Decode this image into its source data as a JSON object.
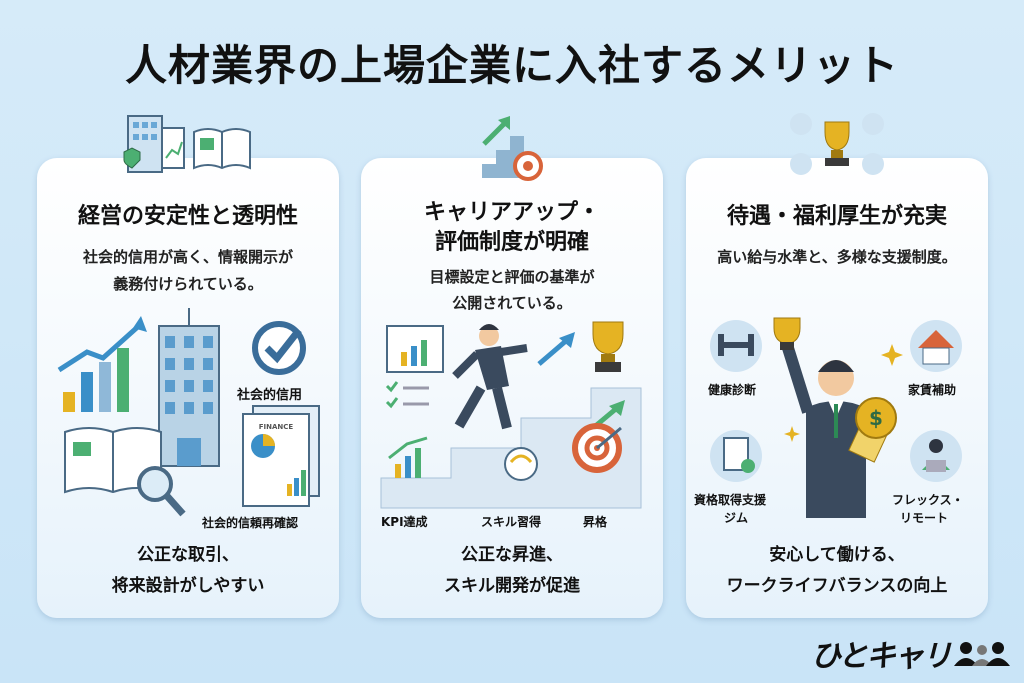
{
  "title": "人材業界の上場企業に入社するメリット",
  "cards": [
    {
      "heading": "経営の安定性と透明性",
      "subtitle": [
        "社会的信用が高く、情報開示が",
        "義務付けられている。"
      ],
      "labels": [
        "社会的信用",
        "FINANCE",
        "社会的信頼再確認"
      ],
      "footer": [
        "公正な取引、",
        "将来設計がしやすい"
      ]
    },
    {
      "heading": [
        "キャリアアップ・",
        "評価制度が明確"
      ],
      "subtitle": [
        "目標設定と評価の基準が",
        "公開されている。"
      ],
      "labels": [
        "KPI達成",
        "スキル習得",
        "昇格"
      ],
      "footer": [
        "公正な昇進、",
        "スキル開発が促進"
      ]
    },
    {
      "heading": "待遇・福利厚生が充実",
      "subtitle": [
        "高い給与水準と、多様な支援制度。"
      ],
      "labels": [
        "健康診断",
        "家賃補助",
        "資格取得支援",
        "ジム",
        "フレックス・",
        "リモート"
      ],
      "footer": [
        "安心して働ける、",
        "ワークライフバランスの向上"
      ]
    }
  ],
  "logo": "ひとキャリ",
  "colors": {
    "background": "#cfe6f7",
    "accent_blue": "#3a8fc8",
    "accent_green": "#4caf72",
    "gold": "#e5b323",
    "suit": "#3a4a5e"
  }
}
